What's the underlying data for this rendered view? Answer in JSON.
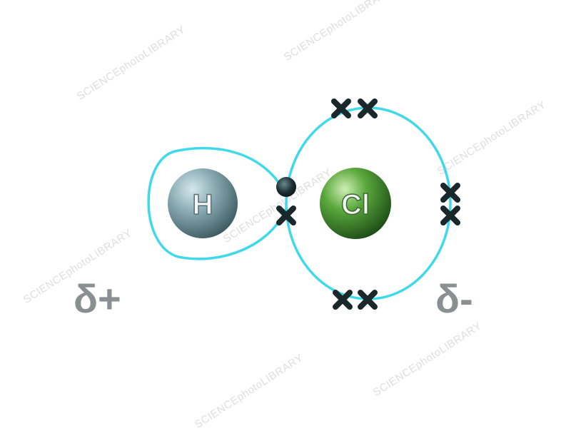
{
  "atoms": {
    "hydrogen": {
      "label": "H"
    },
    "chlorine": {
      "label": "Cl"
    }
  },
  "charges": {
    "left": "δ+",
    "right": "δ-"
  },
  "watermark": "SCIENCEphotoLIBRARY",
  "colors": {
    "orbit": "#3fd9ea",
    "electron": "#16262c",
    "hydrogen": "#7fa3ab",
    "chlorine": "#4f9a35",
    "charge_text": "#8a8f91"
  }
}
